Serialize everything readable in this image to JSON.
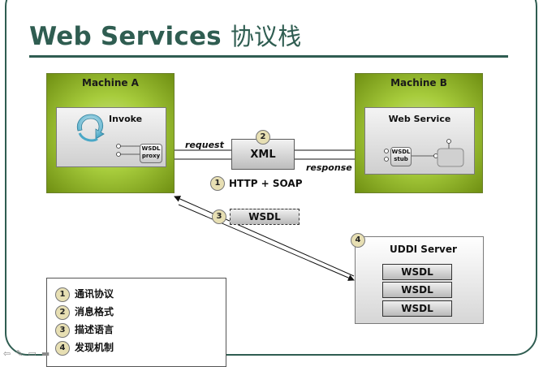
{
  "title": {
    "main": "Web Services",
    "sub": "协议栈"
  },
  "machine_a": {
    "title": "Machine A",
    "invoke_label": "Invoke",
    "proxy_line1": "WSDL",
    "proxy_line2": "proxy"
  },
  "machine_b": {
    "title": "Machine B",
    "service_label": "Web Service",
    "stub_line1": "WSDL",
    "stub_line2": "stub"
  },
  "transport": {
    "xml_label": "XML",
    "request_label": "request",
    "response_label": "response",
    "http_soap_label": "HTTP + SOAP",
    "wsdl_label": "WSDL"
  },
  "badges": {
    "b1": "1",
    "b2": "2",
    "b3": "3",
    "b4": "4"
  },
  "uddi": {
    "title": "UDDI Server",
    "entries": [
      "WSDL",
      "WSDL",
      "WSDL"
    ]
  },
  "legend": {
    "items": [
      {
        "num": "1",
        "text": "通讯协议"
      },
      {
        "num": "2",
        "text": "消息格式"
      },
      {
        "num": "3",
        "text": "描述语言"
      },
      {
        "num": "4",
        "text": "发现机制"
      }
    ]
  },
  "colors": {
    "accent": "#2f5d51",
    "machine_green": "#8db32a",
    "badge_fill": "#e7dfb3"
  },
  "toolbar": {
    "icons": [
      "back-arrow-icon",
      "pen-icon",
      "page-icon",
      "menu-icon"
    ]
  }
}
